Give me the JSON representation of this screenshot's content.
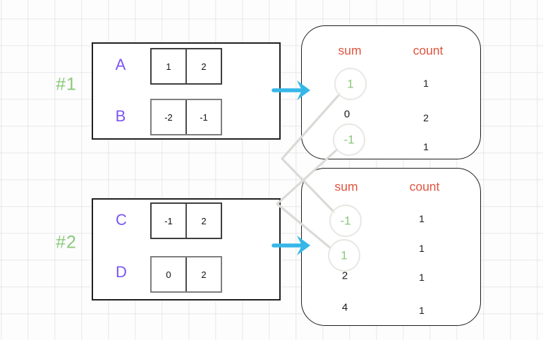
{
  "diagram": {
    "examples": [
      {
        "id": "#1",
        "arrays": [
          {
            "name": "A",
            "values": [
              "1",
              "2"
            ]
          },
          {
            "name": "B",
            "values": [
              "-2",
              "-1"
            ]
          }
        ],
        "result_table": {
          "sum_header": "sum",
          "count_header": "count",
          "rows": [
            {
              "sum": "1",
              "count": "1",
              "highlighted": true
            },
            {
              "sum": "0",
              "count": "2",
              "highlighted": false
            },
            {
              "sum": "-1",
              "count": "1",
              "highlighted": true
            }
          ]
        }
      },
      {
        "id": "#2",
        "arrays": [
          {
            "name": "C",
            "values": [
              "-1",
              "2"
            ]
          },
          {
            "name": "D",
            "values": [
              "0",
              "2"
            ]
          }
        ],
        "result_table": {
          "sum_header": "sum",
          "count_header": "count",
          "rows": [
            {
              "sum": "-1",
              "count": "1",
              "highlighted": true
            },
            {
              "sum": "1",
              "count": "1",
              "highlighted": true
            },
            {
              "sum": "2",
              "count": "1",
              "highlighted": false
            },
            {
              "sum": "4",
              "count": "1",
              "highlighted": false
            }
          ]
        }
      }
    ],
    "connections": [
      {
        "from": "example1-sum-1",
        "to": "example2-sum--1"
      },
      {
        "from": "example1-sum--1",
        "to": "example2-sum-1"
      }
    ],
    "colors": {
      "example_label_green": "#8bc97c",
      "array_letter_purple": "#7b55f6",
      "header_orange": "#de5540",
      "highlight_green": "#8ac87a",
      "arrow_cyan": "#36b7e8",
      "connector_gray": "#dadad7"
    }
  }
}
